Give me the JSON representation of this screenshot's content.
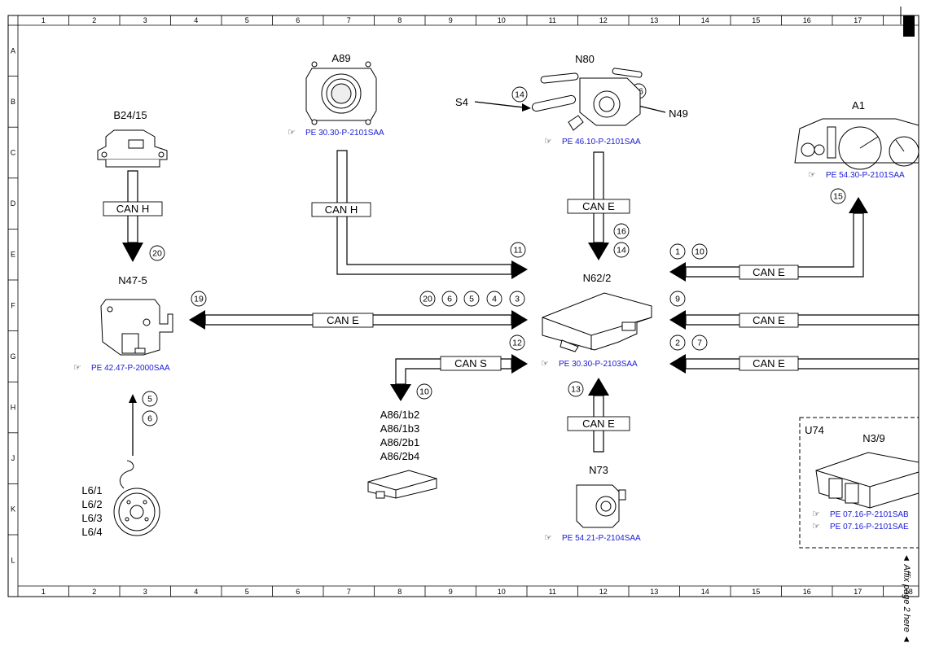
{
  "grid": {
    "columns": [
      "1",
      "2",
      "3",
      "4",
      "5",
      "6",
      "7",
      "8",
      "9",
      "10",
      "11",
      "12",
      "13",
      "14",
      "15",
      "16",
      "17",
      "18"
    ],
    "rows": [
      "A",
      "B",
      "C",
      "D",
      "E",
      "F",
      "G",
      "H",
      "J",
      "K",
      "L"
    ]
  },
  "components": {
    "a89": "A89",
    "n80": "N80",
    "s4": "S4",
    "n49": "N49",
    "b24_15": "B24/15",
    "a1": "A1",
    "n47_5": "N47-5",
    "n62_2": "N62/2",
    "a86_lines": [
      "A86/1b2",
      "A86/1b3",
      "A86/2b1",
      "A86/2b4"
    ],
    "n73": "N73",
    "u74": "U74",
    "n3_9": "N3/9",
    "l6_lines": [
      "L6/1",
      "L6/2",
      "L6/3",
      "L6/4"
    ]
  },
  "refs": {
    "a89": "PE 30.30-P-2101SAA",
    "n80": "PE 46.10-P-2101SAA",
    "a1": "PE 54.30-P-2101SAA",
    "n47_5": "PE 42.47-P-2000SAA",
    "n62_2": "PE 30.30-P-2103SAA",
    "n73": "PE 54.21-P-2104SAA",
    "n3_9_a": "PE 07.16-P-2101SAB",
    "n3_9_b": "PE 07.16-P-2101SAE"
  },
  "buses": {
    "can_h": "CAN H",
    "can_e": "CAN E",
    "can_s": "CAN S"
  },
  "numbers": {
    "n80_left": "14",
    "n80_right": "16",
    "b24_arrow": "20",
    "a1_arrow": "15",
    "n80_arrow_top": "16",
    "n80_arrow_bottom": "14",
    "a89_arrow": "11",
    "a1_in_a": "1",
    "a1_in_b": "10",
    "n47_out": "19",
    "n47_in": [
      "20",
      "6",
      "5",
      "4",
      "3"
    ],
    "mid_in": "9",
    "a86_in": "12",
    "lower_in": [
      "2",
      "7"
    ],
    "a86_arrow": "10",
    "n73_arrow": "13",
    "l6_arrow": [
      "5",
      "6"
    ]
  },
  "affix": "◄ Affix page 2 here ◄"
}
